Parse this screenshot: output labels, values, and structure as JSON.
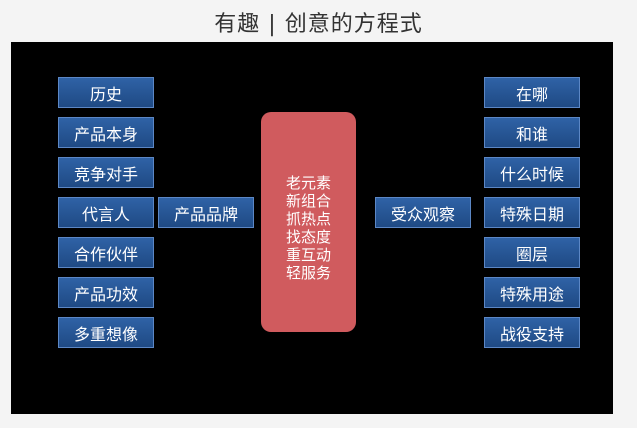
{
  "title": "有趣 | 创意的方程式",
  "left_items": [
    "历史",
    "产品本身",
    "竞争对手",
    "代言人",
    "合作伙伴",
    "产品功效",
    "多重想像"
  ],
  "right_items": [
    "在哪",
    "和谁",
    "什么时候",
    "特殊日期",
    "圈层",
    "特殊用途",
    "战役支持"
  ],
  "brand_box": "产品品牌",
  "audience_box": "受众观察",
  "center_lines": [
    "老元素",
    "新组合",
    "抓热点",
    "找态度",
    "重互动",
    "轻服务"
  ],
  "colors": {
    "box_blue": "#2a5a9a",
    "center_red": "#d05b5e",
    "background": "#000000"
  }
}
